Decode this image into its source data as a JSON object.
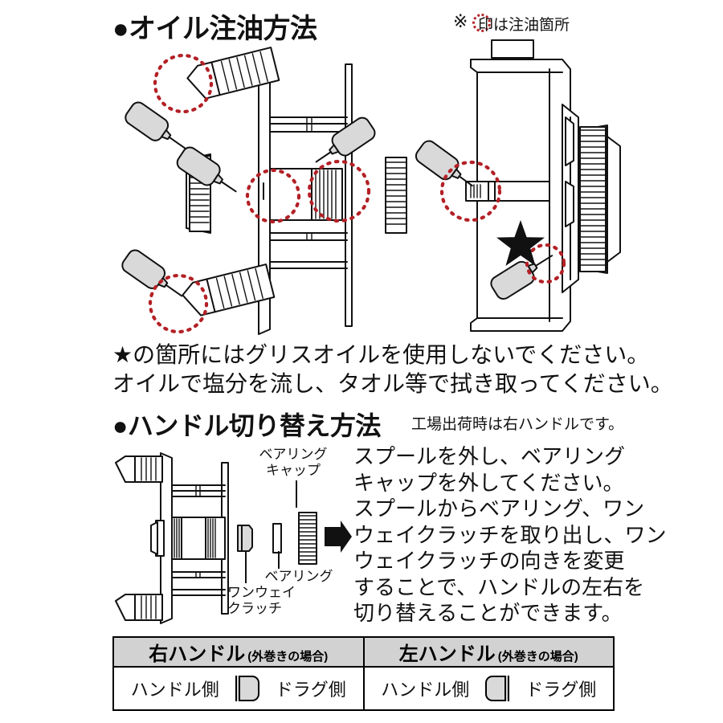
{
  "page": {
    "language": "ja",
    "background": "#ffffff",
    "accent_red": "#b32025",
    "table_header_gray": "#d2d2d2",
    "part_gray": "#d9d9d9"
  },
  "section_oil": {
    "bullet": "●",
    "heading": "●オイル注油方法",
    "mark_note_prefix": "※",
    "mark_note_text": "印は注油箇所",
    "star_symbol": "★",
    "warning_lines": [
      "★の箇所にはグリスオイルを使用しないでください。",
      "オイルで塩分を流し、タオル等で拭き取ってください。"
    ]
  },
  "section_handle": {
    "heading": "●ハンドル切り替え方法",
    "factory_note": "工場出荷時は右ハンドルです。",
    "instruction_lines": [
      "スプールを外し、ベアリング",
      "キャップを外してください。",
      "スプールからベアリング、ワン",
      "ウェイクラッチを取り出し、ワン",
      "ウェイクラッチの向きを変更",
      "することで、ハンドルの左右を",
      "切り替えることができます。"
    ],
    "part_labels": {
      "bearing_cap": [
        "ベアリング",
        "キャップ"
      ],
      "bearing": "ベアリング",
      "one_way_clutch": [
        "ワンウェイ",
        "クラッチ"
      ]
    }
  },
  "table": {
    "columns": [
      {
        "main": "右ハンドル",
        "sub": "(外巻きの場合)"
      },
      {
        "main": "左ハンドル",
        "sub": "(外巻きの場合)"
      }
    ],
    "rows": [
      {
        "cells": [
          {
            "left_label": "ハンドル側",
            "icon": "clutch-flange-left-icon",
            "right_label": "ドラグ側"
          },
          {
            "left_label": "ハンドル側",
            "icon": "clutch-flange-right-icon",
            "right_label": "ドラグ側"
          }
        ]
      }
    ]
  }
}
